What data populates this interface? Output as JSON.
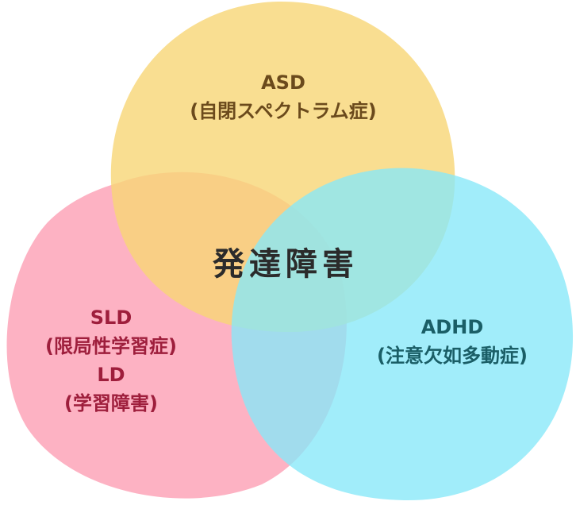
{
  "colors": {
    "asd": "#f8d675",
    "sld": "#fda4b8",
    "adhd": "#86e8f8"
  },
  "asd": {
    "name": "ASD",
    "full": "(自閉スペクトラム症)"
  },
  "sld": {
    "name": "SLD",
    "full": "(限局性学習症)",
    "alt_name": "LD",
    "alt_full": "(学習障害)"
  },
  "adhd": {
    "name": "ADHD",
    "full": "(注意欠如多動症)"
  },
  "center": "発達障害"
}
